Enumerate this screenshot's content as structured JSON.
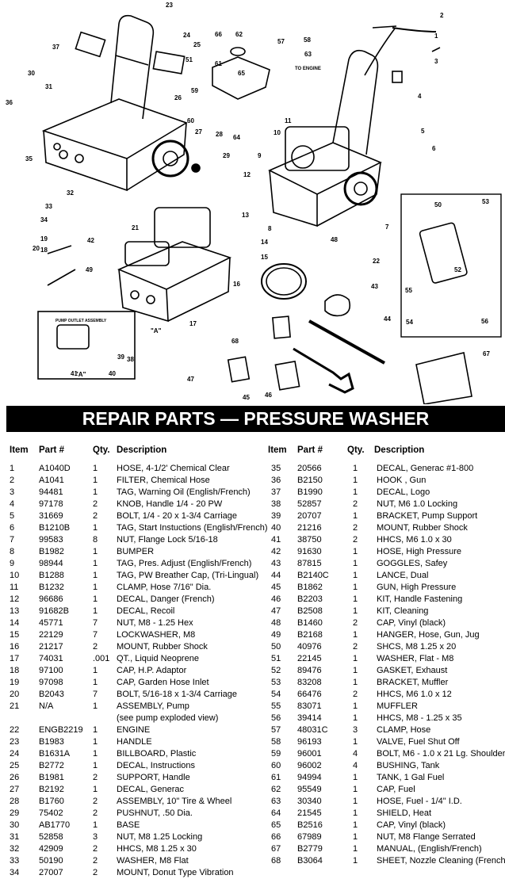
{
  "title": "REPAIR PARTS — PRESSURE WASHER",
  "headers": {
    "item": "Item",
    "part": "Part #",
    "qty": "Qty.",
    "desc": "Description"
  },
  "callouts": [
    "1",
    "2",
    "3",
    "4",
    "5",
    "6",
    "7",
    "8",
    "9",
    "10",
    "11",
    "12",
    "13",
    "14",
    "15",
    "16",
    "17",
    "18",
    "19",
    "20",
    "21",
    "22",
    "23",
    "24",
    "25",
    "26",
    "27",
    "28",
    "29",
    "30",
    "31",
    "32",
    "33",
    "34",
    "35",
    "36",
    "37",
    "38",
    "39",
    "40",
    "41",
    "42",
    "43",
    "44",
    "45",
    "46",
    "47",
    "48",
    "49",
    "50",
    "51",
    "52",
    "53",
    "54",
    "55",
    "56",
    "57",
    "58",
    "59",
    "60",
    "61",
    "62",
    "63",
    "64",
    "65",
    "66",
    "67",
    "68"
  ],
  "diagram_text": {
    "to_engine": "TO ENGINE",
    "pump_outlet": "PUMP OUTLET ASSEMBLY",
    "a1": "\"A\"",
    "a2": "\"A\""
  },
  "left_rows": [
    {
      "item": "1",
      "part": "A1040D",
      "qty": "1",
      "desc": "HOSE, 4-1/2' Chemical Clear"
    },
    {
      "item": "2",
      "part": "A1041",
      "qty": "1",
      "desc": "FILTER, Chemical Hose"
    },
    {
      "item": "3",
      "part": "94481",
      "qty": "1",
      "desc": "TAG, Warning Oil (English/French)"
    },
    {
      "item": "4",
      "part": "97178",
      "qty": "2",
      "desc": "KNOB, Handle 1/4 - 20 PW"
    },
    {
      "item": "5",
      "part": "31669",
      "qty": "2",
      "desc": "BOLT, 1/4 - 20 x 1-3/4 Carriage"
    },
    {
      "item": "6",
      "part": "B1210B",
      "qty": "1",
      "desc": "TAG, Start Instuctions (English/French)"
    },
    {
      "item": "7",
      "part": "99583",
      "qty": "8",
      "desc": "NUT, Flange Lock 5/16-18"
    },
    {
      "item": "8",
      "part": "B1982",
      "qty": "1",
      "desc": "BUMPER"
    },
    {
      "item": "9",
      "part": "98944",
      "qty": "1",
      "desc": "TAG, Pres. Adjust (English/French)"
    },
    {
      "item": "10",
      "part": "B1288",
      "qty": "1",
      "desc": "TAG, PW Breather Cap, (Tri-Lingual)"
    },
    {
      "item": "11",
      "part": "B1232",
      "qty": "1",
      "desc": "CLAMP, Hose 7/16\" Dia."
    },
    {
      "item": "12",
      "part": "96686",
      "qty": "1",
      "desc": "DECAL, Danger (French)"
    },
    {
      "item": "13",
      "part": "91682B",
      "qty": "1",
      "desc": "DECAL, Recoil"
    },
    {
      "item": "14",
      "part": "45771",
      "qty": "7",
      "desc": "NUT, M8 - 1.25 Hex"
    },
    {
      "item": "15",
      "part": "22129",
      "qty": "7",
      "desc": "LOCKWASHER, M8"
    },
    {
      "item": "16",
      "part": "21217",
      "qty": "2",
      "desc": "MOUNT, Rubber Shock"
    },
    {
      "item": "17",
      "part": "74031",
      "qty": ".001",
      "desc": "QT., Liquid Neoprene"
    },
    {
      "item": "18",
      "part": "97100",
      "qty": "1",
      "desc": "CAP, H.P. Adaptor"
    },
    {
      "item": "19",
      "part": "97098",
      "qty": "1",
      "desc": "CAP, Garden Hose Inlet"
    },
    {
      "item": "20",
      "part": "B2043",
      "qty": "7",
      "desc": "BOLT, 5/16-18 x 1-3/4 Carriage"
    },
    {
      "item": "21",
      "part": "N/A",
      "qty": "1",
      "desc": "ASSEMBLY, Pump"
    },
    {
      "item": "",
      "part": "",
      "qty": "",
      "desc": "(see pump exploded view)"
    },
    {
      "item": "22",
      "part": "ENGB2219",
      "qty": "1",
      "desc": "ENGINE"
    },
    {
      "item": "23",
      "part": "B1983",
      "qty": "1",
      "desc": "HANDLE"
    },
    {
      "item": "24",
      "part": "B1631A",
      "qty": "1",
      "desc": "BILLBOARD, Plastic"
    },
    {
      "item": "25",
      "part": "B2772",
      "qty": "1",
      "desc": "DECAL, Instructions"
    },
    {
      "item": "26",
      "part": "B1981",
      "qty": "2",
      "desc": "SUPPORT, Handle"
    },
    {
      "item": "27",
      "part": "B2192",
      "qty": "1",
      "desc": "DECAL, Generac"
    },
    {
      "item": "28",
      "part": "B1760",
      "qty": "2",
      "desc": "ASSEMBLY, 10\" Tire & Wheel"
    },
    {
      "item": "29",
      "part": "75402",
      "qty": "2",
      "desc": "PUSHNUT, .50 Dia."
    },
    {
      "item": "30",
      "part": "AB1770",
      "qty": "1",
      "desc": "BASE"
    },
    {
      "item": "31",
      "part": "52858",
      "qty": "3",
      "desc": "NUT, M8 1.25 Locking"
    },
    {
      "item": "32",
      "part": "42909",
      "qty": "2",
      "desc": "HHCS, M8 1.25 x 30"
    },
    {
      "item": "33",
      "part": "50190",
      "qty": "2",
      "desc": "WASHER, M8 Flat"
    },
    {
      "item": "34",
      "part": "27007",
      "qty": "2",
      "desc": "MOUNT, Donut Type Vibration"
    }
  ],
  "right_rows": [
    {
      "item": "35",
      "part": "20566",
      "qty": "1",
      "desc": "DECAL, Generac #1-800"
    },
    {
      "item": "36",
      "part": "B2150",
      "qty": "1",
      "desc": "HOOK , Gun"
    },
    {
      "item": "37",
      "part": "B1990",
      "qty": "1",
      "desc": "DECAL, Logo"
    },
    {
      "item": "38",
      "part": "52857",
      "qty": "2",
      "desc": "NUT, M6 1.0 Locking"
    },
    {
      "item": "39",
      "part": "20707",
      "qty": "1",
      "desc": "BRACKET, Pump Support"
    },
    {
      "item": "40",
      "part": "21216",
      "qty": "2",
      "desc": "MOUNT, Rubber Shock"
    },
    {
      "item": "41",
      "part": "38750",
      "qty": "2",
      "desc": "HHCS, M6 1.0 x 30"
    },
    {
      "item": "42",
      "part": "91630",
      "qty": "1",
      "desc": "HOSE, High Pressure"
    },
    {
      "item": "43",
      "part": "87815",
      "qty": "1",
      "desc": "GOGGLES, Safey"
    },
    {
      "item": "44",
      "part": "B2140C",
      "qty": "1",
      "desc": "LANCE, Dual"
    },
    {
      "item": "45",
      "part": "B1862",
      "qty": "1",
      "desc": "GUN, High Pressure"
    },
    {
      "item": "46",
      "part": "B2203",
      "qty": "1",
      "desc": "KIT, Handle Fastening"
    },
    {
      "item": "47",
      "part": "B2508",
      "qty": "1",
      "desc": "KIT, Cleaning"
    },
    {
      "item": "48",
      "part": "B1460",
      "qty": "2",
      "desc": "CAP, Vinyl (black)"
    },
    {
      "item": "49",
      "part": "B2168",
      "qty": "1",
      "desc": "HANGER, Hose, Gun, Jug"
    },
    {
      "item": "50",
      "part": "40976",
      "qty": "2",
      "desc": "SHCS, M8 1.25 x 20"
    },
    {
      "item": "51",
      "part": "22145",
      "qty": "1",
      "desc": "WASHER, Flat - M8"
    },
    {
      "item": "52",
      "part": "89476",
      "qty": "1",
      "desc": "GASKET, Exhaust"
    },
    {
      "item": "53",
      "part": "83208",
      "qty": "1",
      "desc": "BRACKET, Muffler"
    },
    {
      "item": "54",
      "part": "66476",
      "qty": "2",
      "desc": "HHCS, M6 1.0 x 12"
    },
    {
      "item": "55",
      "part": "83071",
      "qty": "1",
      "desc": "MUFFLER"
    },
    {
      "item": "56",
      "part": "39414",
      "qty": "1",
      "desc": "HHCS, M8 - 1.25 x 35"
    },
    {
      "item": "57",
      "part": "48031C",
      "qty": "3",
      "desc": "CLAMP, Hose"
    },
    {
      "item": "58",
      "part": "96193",
      "qty": "1",
      "desc": "VALVE, Fuel Shut Off"
    },
    {
      "item": "59",
      "part": "96001",
      "qty": "4",
      "desc": "BOLT, M6 - 1.0 x 21 Lg. Shoulder"
    },
    {
      "item": "60",
      "part": "96002",
      "qty": "4",
      "desc": "BUSHING, Tank"
    },
    {
      "item": "61",
      "part": "94994",
      "qty": "1",
      "desc": "TANK, 1 Gal Fuel"
    },
    {
      "item": "62",
      "part": "95549",
      "qty": "1",
      "desc": "CAP, Fuel"
    },
    {
      "item": "63",
      "part": "30340",
      "qty": "1",
      "desc": "HOSE, Fuel - 1/4\" I.D."
    },
    {
      "item": "64",
      "part": "21545",
      "qty": "1",
      "desc": "SHIELD, Heat"
    },
    {
      "item": "65",
      "part": "B2516",
      "qty": "1",
      "desc": "CAP, Vinyl  (black)"
    },
    {
      "item": "66",
      "part": "67989",
      "qty": "1",
      "desc": "NUT, M8 Flange Serrated"
    },
    {
      "item": "67",
      "part": "B2779",
      "qty": "1",
      "desc": "MANUAL, (English/French)"
    },
    {
      "item": "68",
      "part": "B3064",
      "qty": "1",
      "desc": "SHEET, Nozzle Cleaning (French)"
    }
  ]
}
